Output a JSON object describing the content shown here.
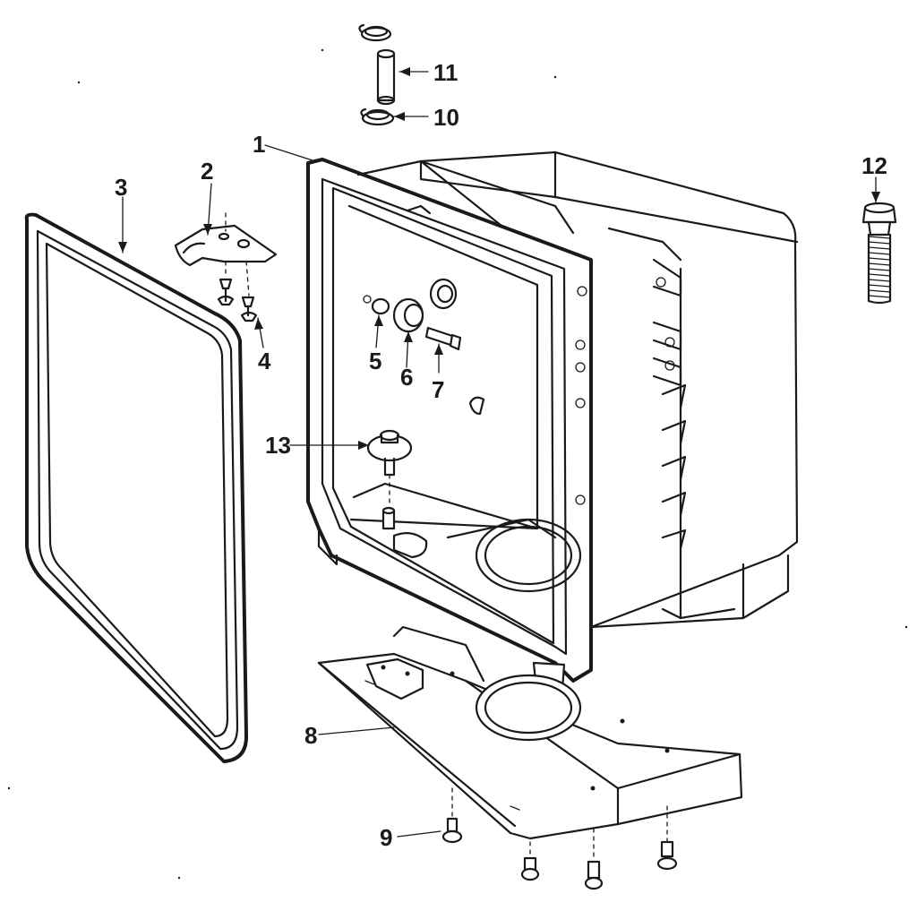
{
  "diagram": {
    "labels": {
      "l1": "1",
      "l2": "2",
      "l3": "3",
      "l4": "4",
      "l5": "5",
      "l6": "6",
      "l7": "7",
      "l8": "8",
      "l9": "9",
      "l10": "10",
      "l11": "11",
      "l12": "12",
      "l13": "13"
    }
  }
}
